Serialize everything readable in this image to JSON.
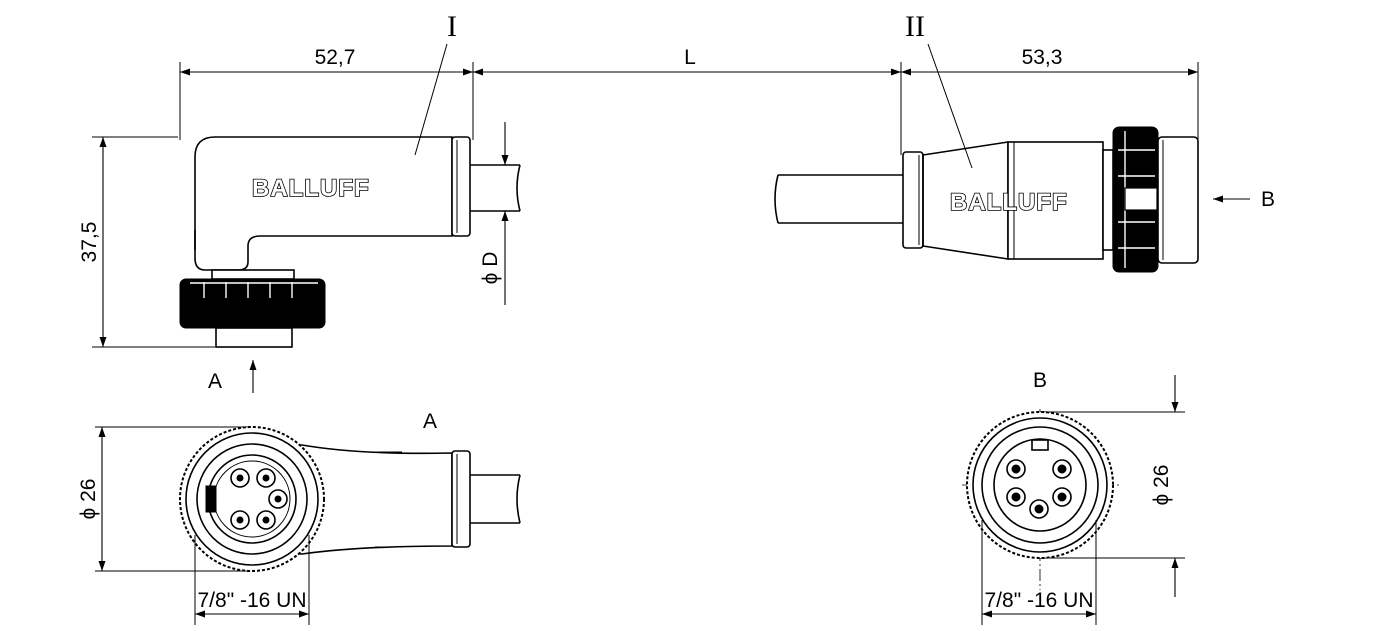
{
  "labels": {
    "marker_1": "I",
    "marker_2": "II",
    "dim_left_length": "52,7",
    "dim_cable_length": "L",
    "dim_right_length": "53,3",
    "dim_height": "37,5",
    "dim_cable_diameter": "ϕ D",
    "view_a_arrow_label": "A",
    "view_b_arrow_label": "B",
    "view_a_title": "A",
    "view_b_title": "B",
    "dim_diameter_left": "ϕ 26",
    "dim_diameter_right": "ϕ 26",
    "thread_left": "7/8\" -16 UN",
    "thread_right": "7/8\" -16 UN"
  },
  "brand": {
    "logo_left": "BALLUFF",
    "logo_right": "BALLUFF"
  }
}
